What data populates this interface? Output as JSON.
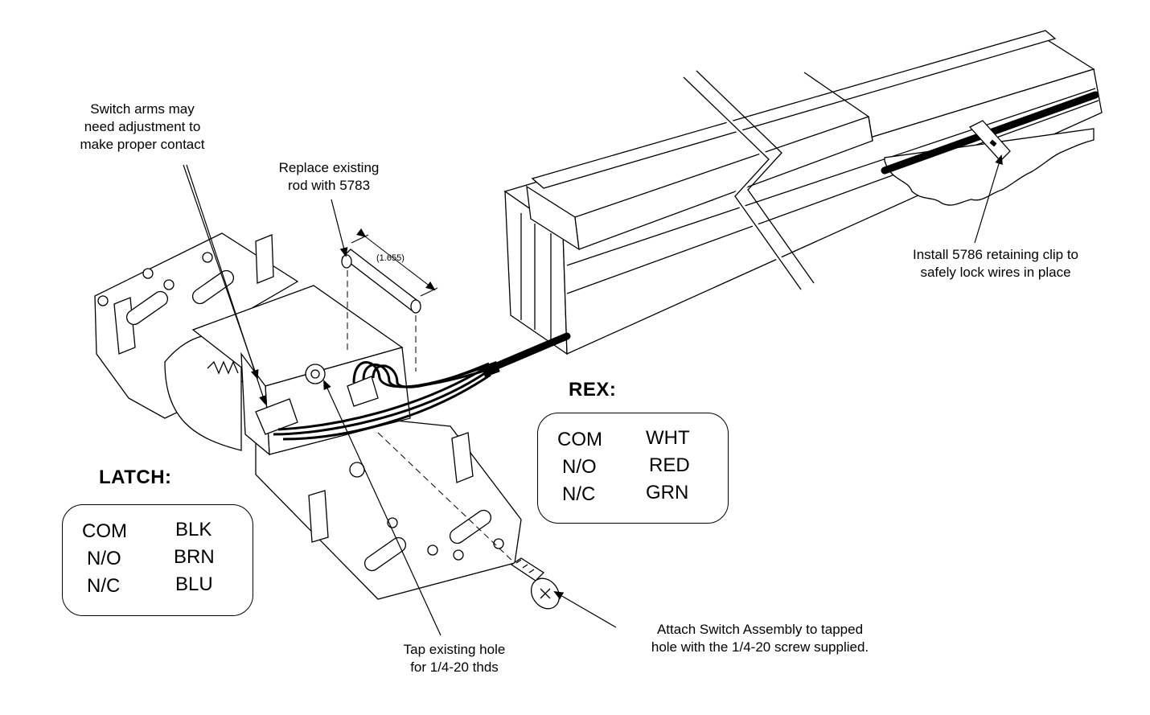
{
  "labels": {
    "switch_arms": [
      "Switch arms may",
      "need adjustment to",
      "make proper contact"
    ],
    "replace_rod": [
      "Replace existing",
      "rod with 5783"
    ],
    "dimension": "(1.655)",
    "install_clip": [
      "Install 5786 retaining clip to",
      "safely lock wires in place"
    ],
    "tap_hole": [
      "Tap existing hole",
      "for 1/4-20 thds"
    ],
    "attach_switch": [
      "Attach Switch Assembly to tapped",
      "hole with the 1/4-20 screw supplied."
    ]
  },
  "latch": {
    "title": "LATCH:",
    "rows": [
      {
        "terminal": "COM",
        "color": "BLK"
      },
      {
        "terminal": "N/O",
        "color": "BRN"
      },
      {
        "terminal": "N/C",
        "color": "BLU"
      }
    ]
  },
  "rex": {
    "title": "REX:",
    "rows": [
      {
        "terminal": "COM",
        "color": "WHT"
      },
      {
        "terminal": "N/O",
        "color": "RED"
      },
      {
        "terminal": "N/C",
        "color": "GRN"
      }
    ]
  }
}
